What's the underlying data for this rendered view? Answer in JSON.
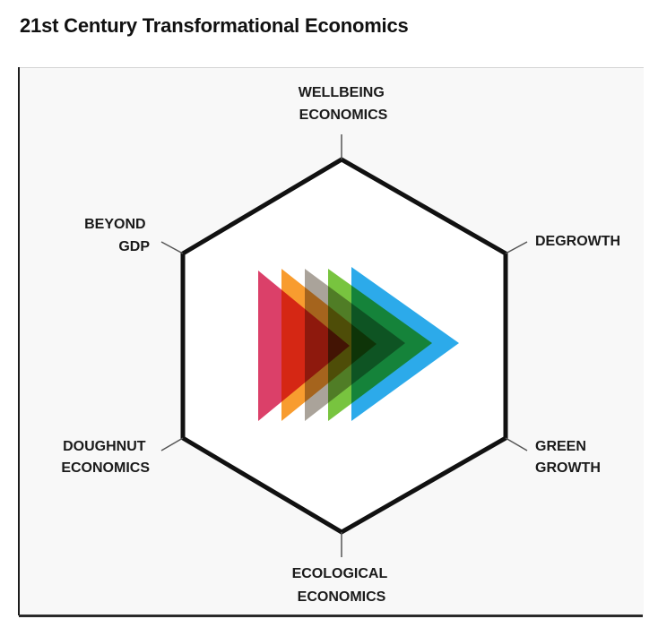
{
  "title": "21st Century Transformational Economics",
  "diagram": {
    "nodes": [
      {
        "id": "top",
        "lines": [
          "WELLBEING",
          "ECONOMICS"
        ]
      },
      {
        "id": "upper-right",
        "lines": [
          "DEGROWTH"
        ]
      },
      {
        "id": "lower-right",
        "lines": [
          "GREEN",
          "GROWTH"
        ]
      },
      {
        "id": "bottom",
        "lines": [
          "ECOLOGICAL",
          "ECONOMICS"
        ]
      },
      {
        "id": "lower-left",
        "lines": [
          "DOUGHNUT",
          "ECONOMICS"
        ]
      },
      {
        "id": "upper-left",
        "lines": [
          "BEYOND",
          "GDP"
        ]
      }
    ],
    "center_arrows": {
      "colors": [
        "#d8305c",
        "#f7941d",
        "#a39b91",
        "#6cbf2f",
        "#1aa3e8"
      ]
    }
  }
}
